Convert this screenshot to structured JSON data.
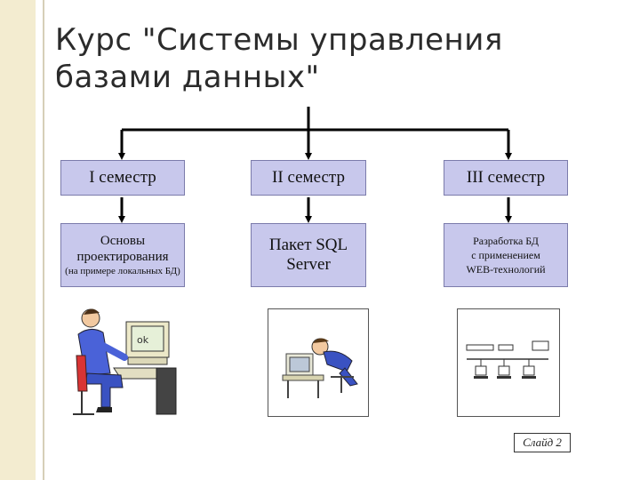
{
  "slide": {
    "title_line1": "Курс \"Системы управления",
    "title_line2": "базами данных\""
  },
  "semesters": [
    {
      "label": "I семестр",
      "topic_lines": [
        "Основы",
        "проектирования"
      ],
      "topic_note": "(на примере локальных БД)",
      "picture": "person-at-computer-clipart"
    },
    {
      "label": "II семестр",
      "topic_lines": [
        "Пакет SQL",
        "Server"
      ],
      "topic_note": "",
      "picture": "person-asleep-at-computer-clipart"
    },
    {
      "label": "III семестр",
      "topic_lines": [
        "Разработка БД",
        "с применением",
        "WEB-технологий"
      ],
      "topic_note": "",
      "picture": "network-diagram-clipart"
    }
  ],
  "footer": {
    "slide_number": "Слайд 2"
  },
  "colors": {
    "box_fill": "#c8c8ec",
    "box_border": "#7b7bab",
    "connector": "#000000",
    "side_stripe": "#f3ecd0"
  }
}
